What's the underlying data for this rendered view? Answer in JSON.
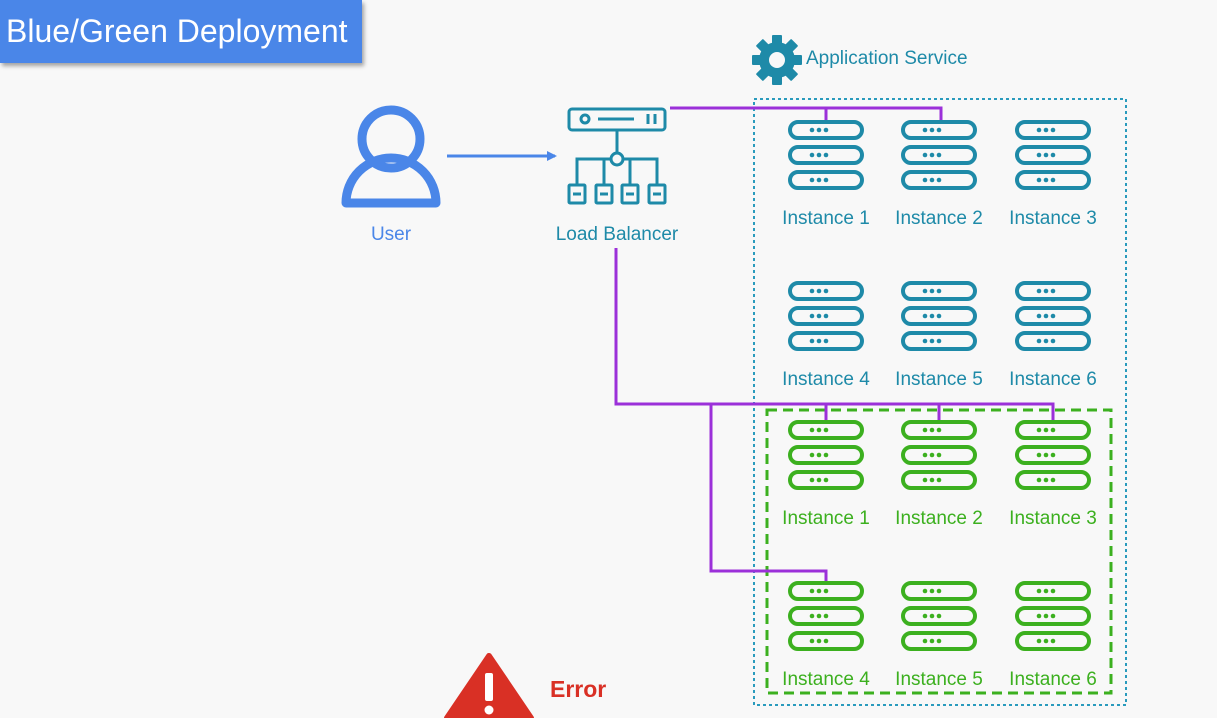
{
  "title": "Blue/Green Deployment",
  "user_label": "User",
  "load_balancer_label": "Load Balancer",
  "service_label": "Application Service",
  "error_label": "Error",
  "blue_instances": [
    {
      "label": "Instance 1"
    },
    {
      "label": "Instance 2"
    },
    {
      "label": "Instance 3"
    },
    {
      "label": "Instance 4"
    },
    {
      "label": "Instance 5"
    },
    {
      "label": "Instance 6"
    }
  ],
  "green_instances": [
    {
      "label": "Instance 1"
    },
    {
      "label": "Instance 2"
    },
    {
      "label": "Instance 3"
    },
    {
      "label": "Instance 4"
    },
    {
      "label": "Instance 5"
    },
    {
      "label": "Instance 6"
    }
  ],
  "colors": {
    "title_bg": "#4a86e8",
    "user": "#4a86e8",
    "blue": "#1e8aa8",
    "green": "#3cb01f",
    "connector": "#9b30d9",
    "error": "#d93025"
  }
}
